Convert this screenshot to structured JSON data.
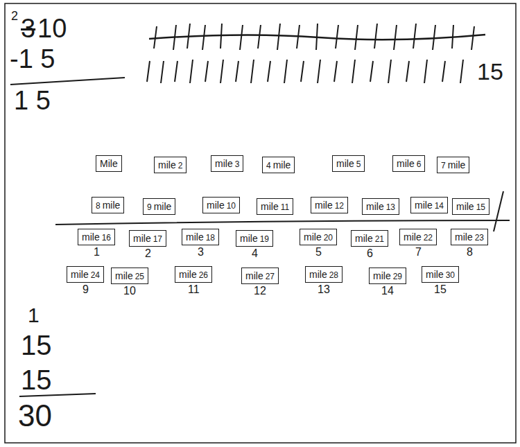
{
  "diagram": {
    "nodes": [
      {
        "text": [
          "Mile"
        ]
      },
      {
        "text": [
          "mile",
          "2"
        ]
      },
      {
        "text": [
          "mile",
          "3"
        ]
      },
      {
        "text": [
          "4",
          "mile"
        ]
      },
      {
        "text": [
          "mile",
          "5"
        ]
      },
      {
        "text": [
          "mile",
          "6"
        ]
      },
      {
        "text": [
          "7",
          "mile"
        ]
      },
      {
        "text": [
          "8",
          "mile"
        ]
      },
      {
        "text": [
          "9",
          "mile"
        ]
      },
      {
        "text": [
          "mile",
          "10"
        ]
      },
      {
        "text": [
          "mile",
          "11"
        ]
      },
      {
        "text": [
          "mile",
          "12"
        ]
      },
      {
        "text": [
          "mile",
          "13"
        ]
      },
      {
        "text": [
          "mile",
          "14"
        ]
      },
      {
        "text": [
          "mile",
          "15"
        ]
      },
      {
        "text": [
          "mile",
          "16"
        ]
      },
      {
        "text": [
          "mile",
          "17"
        ]
      },
      {
        "text": [
          "mile",
          "18"
        ]
      },
      {
        "text": [
          "mile",
          "19"
        ]
      },
      {
        "text": [
          "mile",
          "20"
        ]
      },
      {
        "text": [
          "mile",
          "21"
        ]
      },
      {
        "text": [
          "mile",
          "22"
        ]
      },
      {
        "text": [
          "mile",
          "23"
        ]
      },
      {
        "text": [
          "mile",
          "24"
        ]
      },
      {
        "text": [
          "mile",
          "25"
        ]
      },
      {
        "text": [
          "mile",
          "26"
        ]
      },
      {
        "text": [
          "mile",
          "27"
        ]
      },
      {
        "text": [
          "mile",
          "28"
        ]
      },
      {
        "text": [
          "mile",
          "29"
        ]
      },
      {
        "text": [
          "mile",
          "30"
        ]
      }
    ],
    "labels": [
      "2",
      "3",
      "10",
      "-1 5",
      "1 5",
      "15",
      "1",
      "2",
      "3",
      "4",
      "5",
      "6",
      "7",
      "8",
      "9",
      "10",
      "11",
      "12",
      "13",
      "14",
      "15",
      "1",
      "15",
      "15",
      "30"
    ]
  }
}
